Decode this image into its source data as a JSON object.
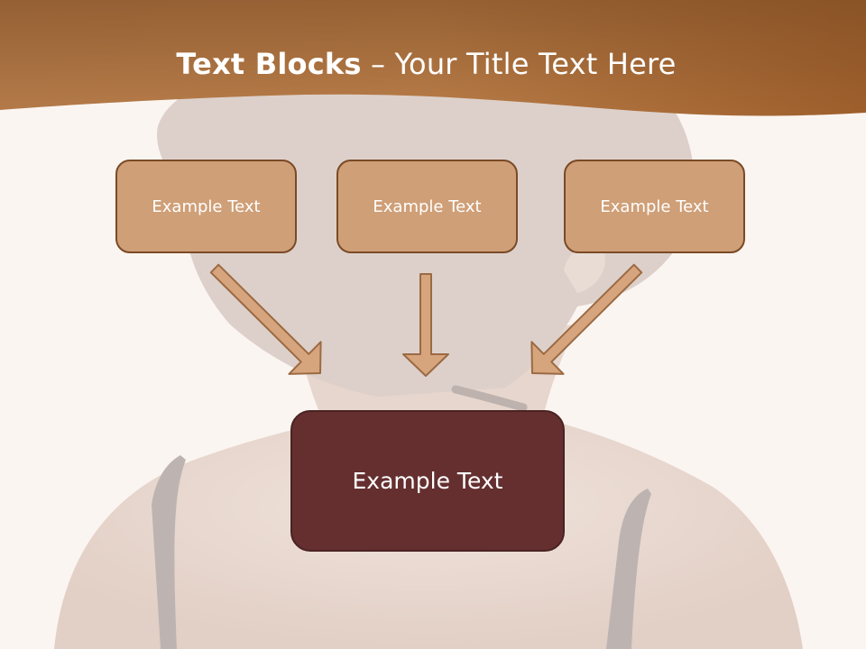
{
  "title": {
    "bold": "Text Blocks",
    "rest": " – Your Title Text Here"
  },
  "blocks": [
    {
      "label": "Example Text"
    },
    {
      "label": "Example Text"
    },
    {
      "label": "Example Text"
    }
  ],
  "target": {
    "label": "Example Text"
  },
  "colors": {
    "header": "#a0602c",
    "block_fill": "#cf9f77",
    "block_border": "#7a4a26",
    "target_fill": "#652f30",
    "arrow_fill": "#d7a57d",
    "arrow_stroke": "#9b6a43"
  }
}
